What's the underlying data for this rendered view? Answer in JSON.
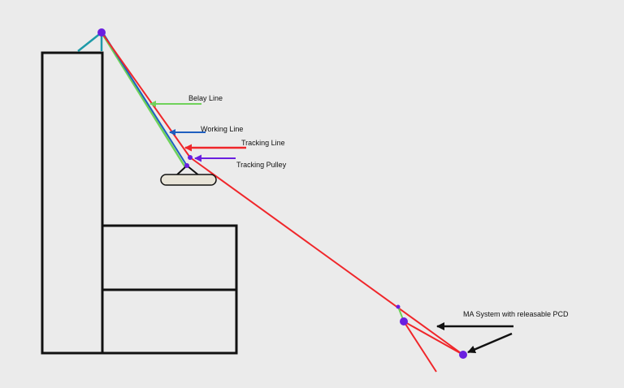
{
  "labels": {
    "belay_line": "Belay Line",
    "working_line": "Working Line",
    "tracking_line": "Tracking Line",
    "tracking_pulley": "Tracking Pulley",
    "ma_system": "MA System with releasable PCD"
  },
  "colors": {
    "background": "#ebebeb",
    "structure": "#111111",
    "belay_line": "#6fd25a",
    "working_line": "#1f5fbf",
    "tracking_line": "#f0262a",
    "anchor_teal": "#1e9aa8",
    "node": "#6a1fe0",
    "pulley_arrow": "#6a1fe0",
    "stretcher": "#e8e4d8"
  }
}
